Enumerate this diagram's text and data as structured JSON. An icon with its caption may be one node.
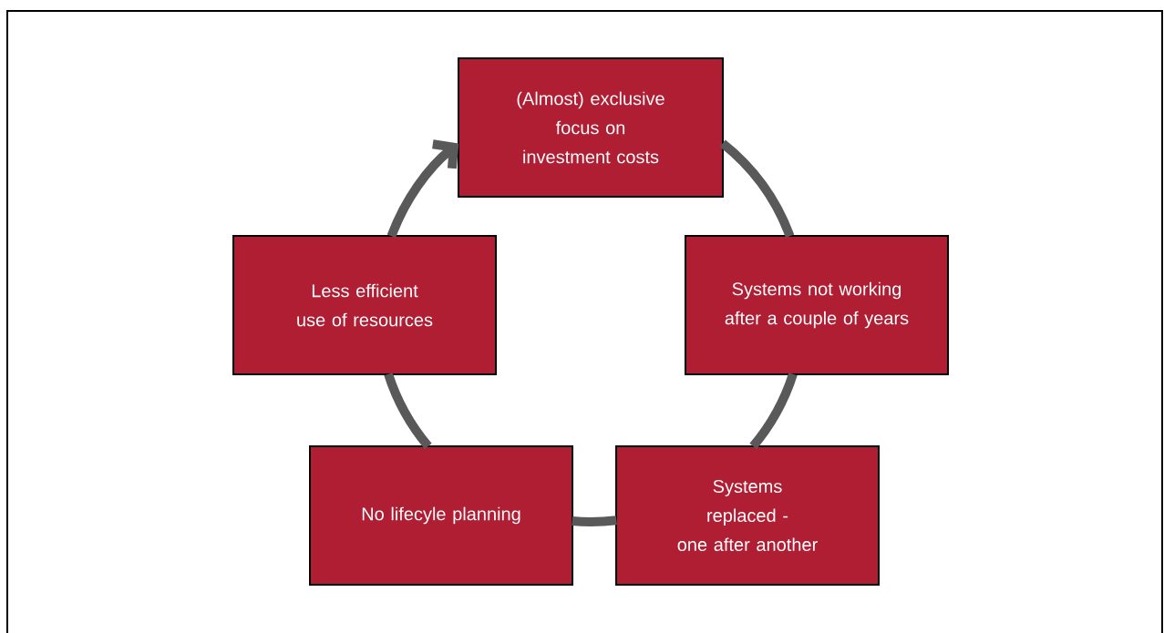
{
  "diagram": {
    "nodes": [
      {
        "text": [
          "(Almost) exclusive focus on investment costs"
        ]
      },
      {
        "text": [
          "Less efficient use of resources"
        ]
      },
      {
        "text": [
          "Systems not working after a couple of years"
        ]
      },
      {
        "text": [
          "No lifecyle planning"
        ]
      },
      {
        "text": [
          "Systems replaced - one after another"
        ]
      }
    ],
    "edges": [
      {
        "from": 0,
        "to": 2,
        "arrow": "none"
      },
      {
        "from": 2,
        "to": 4,
        "arrow": "none"
      },
      {
        "from": 4,
        "to": 3,
        "arrow": "none"
      },
      {
        "from": 3,
        "to": 1,
        "arrow": "none"
      },
      {
        "from": 1,
        "to": 0,
        "arrow": "to"
      }
    ]
  }
}
